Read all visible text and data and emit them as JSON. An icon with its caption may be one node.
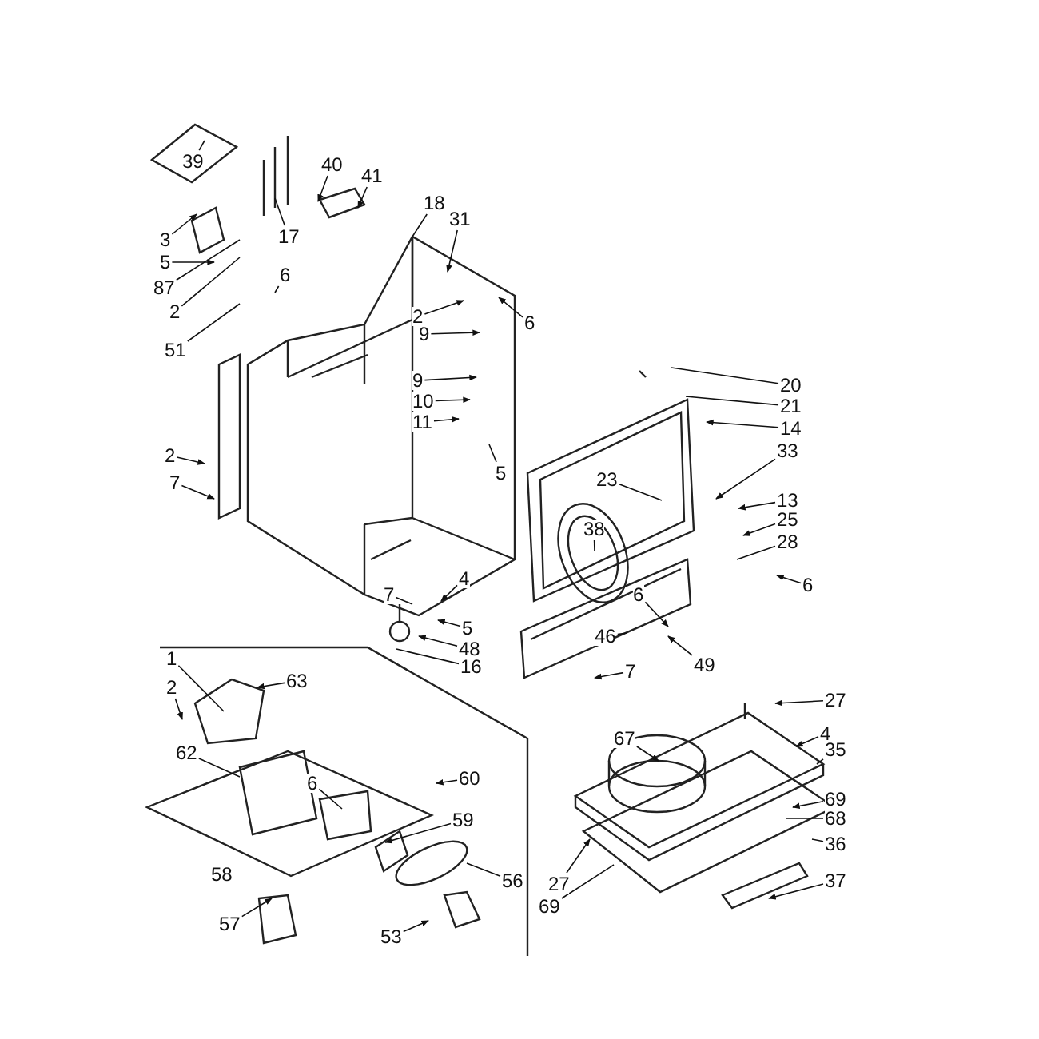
{
  "diagram": {
    "nodes": [
      {
        "text": [
          "39"
        ]
      },
      {
        "text": [
          "17"
        ]
      },
      {
        "text": [
          "40"
        ]
      },
      {
        "text": [
          "41"
        ]
      },
      {
        "text": [
          "3"
        ]
      },
      {
        "text": [
          "5"
        ]
      },
      {
        "text": [
          "87"
        ]
      },
      {
        "text": [
          "2"
        ]
      },
      {
        "text": [
          "18"
        ]
      },
      {
        "text": [
          "31"
        ]
      },
      {
        "text": [
          "6"
        ]
      },
      {
        "text": [
          "51"
        ]
      },
      {
        "text": [
          "2"
        ]
      },
      {
        "text": [
          "9"
        ]
      },
      {
        "text": [
          "6"
        ]
      },
      {
        "text": [
          "9"
        ]
      },
      {
        "text": [
          "10"
        ]
      },
      {
        "text": [
          "11"
        ]
      },
      {
        "text": [
          "5"
        ]
      },
      {
        "text": [
          "2"
        ]
      },
      {
        "text": [
          "7"
        ]
      },
      {
        "text": [
          "4"
        ]
      },
      {
        "text": [
          "7"
        ]
      },
      {
        "text": [
          "5"
        ]
      },
      {
        "text": [
          "48"
        ]
      },
      {
        "text": [
          "16"
        ]
      },
      {
        "text": [
          "20"
        ]
      },
      {
        "text": [
          "21"
        ]
      },
      {
        "text": [
          "14"
        ]
      },
      {
        "text": [
          "33"
        ]
      },
      {
        "text": [
          "23"
        ]
      },
      {
        "text": [
          "38"
        ]
      },
      {
        "text": [
          "13"
        ]
      },
      {
        "text": [
          "25"
        ]
      },
      {
        "text": [
          "28"
        ]
      },
      {
        "text": [
          "6"
        ]
      },
      {
        "text": [
          "6"
        ]
      },
      {
        "text": [
          "46"
        ]
      },
      {
        "text": [
          "49"
        ]
      },
      {
        "text": [
          "7"
        ]
      },
      {
        "text": [
          "27"
        ]
      },
      {
        "text": [
          "4"
        ]
      },
      {
        "text": [
          "35"
        ]
      },
      {
        "text": [
          "67"
        ]
      },
      {
        "text": [
          "69"
        ]
      },
      {
        "text": [
          "68"
        ]
      },
      {
        "text": [
          "36"
        ]
      },
      {
        "text": [
          "37"
        ]
      },
      {
        "text": [
          "27"
        ]
      },
      {
        "text": [
          "69"
        ]
      },
      {
        "text": [
          "1"
        ]
      },
      {
        "text": [
          "2"
        ]
      },
      {
        "text": [
          "63"
        ]
      },
      {
        "text": [
          "62"
        ]
      },
      {
        "text": [
          "6"
        ]
      },
      {
        "text": [
          "60"
        ]
      },
      {
        "text": [
          "59"
        ]
      },
      {
        "text": [
          "56"
        ]
      },
      {
        "text": [
          "57"
        ]
      },
      {
        "text": [
          "53"
        ]
      },
      {
        "text": [
          "58"
        ]
      }
    ],
    "edges": [
      {
        "from": 0,
        "to": null,
        "arrow": "none"
      },
      {
        "from": 1,
        "to": null,
        "arrow": "none"
      },
      {
        "from": 2,
        "to": null,
        "arrow": "to"
      },
      {
        "from": 3,
        "to": null,
        "arrow": "to"
      },
      {
        "from": 4,
        "to": null,
        "arrow": "to"
      },
      {
        "from": 5,
        "to": null,
        "arrow": "to"
      },
      {
        "from": 6,
        "to": null,
        "arrow": "none"
      },
      {
        "from": 7,
        "to": null,
        "arrow": "none"
      },
      {
        "from": 8,
        "to": null,
        "arrow": "none"
      },
      {
        "from": 9,
        "to": null,
        "arrow": "to"
      },
      {
        "from": 10,
        "to": null,
        "arrow": "none"
      },
      {
        "from": 11,
        "to": null,
        "arrow": "none"
      },
      {
        "from": 12,
        "to": null,
        "arrow": "to"
      },
      {
        "from": 13,
        "to": null,
        "arrow": "to"
      },
      {
        "from": 14,
        "to": null,
        "arrow": "to"
      },
      {
        "from": 15,
        "to": null,
        "arrow": "to"
      },
      {
        "from": 16,
        "to": null,
        "arrow": "to"
      },
      {
        "from": 17,
        "to": null,
        "arrow": "to"
      },
      {
        "from": 18,
        "to": null,
        "arrow": "none"
      },
      {
        "from": 19,
        "to": null,
        "arrow": "to"
      },
      {
        "from": 20,
        "to": null,
        "arrow": "to"
      },
      {
        "from": 21,
        "to": null,
        "arrow": "to"
      },
      {
        "from": 22,
        "to": null,
        "arrow": "none"
      },
      {
        "from": 23,
        "to": null,
        "arrow": "to"
      },
      {
        "from": 24,
        "to": null,
        "arrow": "to"
      },
      {
        "from": 25,
        "to": null,
        "arrow": "none"
      },
      {
        "from": 26,
        "to": null,
        "arrow": "none"
      },
      {
        "from": 27,
        "to": null,
        "arrow": "none"
      },
      {
        "from": 28,
        "to": null,
        "arrow": "to"
      },
      {
        "from": 29,
        "to": null,
        "arrow": "to"
      },
      {
        "from": 30,
        "to": null,
        "arrow": "none"
      },
      {
        "from": 31,
        "to": null,
        "arrow": "none"
      },
      {
        "from": 32,
        "to": null,
        "arrow": "to"
      },
      {
        "from": 33,
        "to": null,
        "arrow": "to"
      },
      {
        "from": 34,
        "to": null,
        "arrow": "none"
      },
      {
        "from": 35,
        "to": null,
        "arrow": "to"
      },
      {
        "from": 36,
        "to": null,
        "arrow": "to"
      },
      {
        "from": 37,
        "to": null,
        "arrow": "none"
      },
      {
        "from": 38,
        "to": null,
        "arrow": "to"
      },
      {
        "from": 39,
        "to": null,
        "arrow": "to"
      },
      {
        "from": 40,
        "to": null,
        "arrow": "to"
      },
      {
        "from": 41,
        "to": null,
        "arrow": "to"
      },
      {
        "from": 42,
        "to": null,
        "arrow": "none"
      },
      {
        "from": 43,
        "to": null,
        "arrow": "to"
      },
      {
        "from": 44,
        "to": null,
        "arrow": "to"
      },
      {
        "from": 45,
        "to": null,
        "arrow": "none"
      },
      {
        "from": 46,
        "to": null,
        "arrow": "none"
      },
      {
        "from": 47,
        "to": null,
        "arrow": "to"
      },
      {
        "from": 48,
        "to": null,
        "arrow": "to"
      },
      {
        "from": 49,
        "to": null,
        "arrow": "none"
      },
      {
        "from": 50,
        "to": null,
        "arrow": "none"
      },
      {
        "from": 51,
        "to": null,
        "arrow": "to"
      },
      {
        "from": 52,
        "to": null,
        "arrow": "to"
      },
      {
        "from": 53,
        "to": null,
        "arrow": "none"
      },
      {
        "from": 54,
        "to": null,
        "arrow": "none"
      },
      {
        "from": 55,
        "to": null,
        "arrow": "to"
      },
      {
        "from": 56,
        "to": null,
        "arrow": "to"
      },
      {
        "from": 57,
        "to": null,
        "arrow": "none"
      },
      {
        "from": 58,
        "to": null,
        "arrow": "to"
      },
      {
        "from": 59,
        "to": null,
        "arrow": "to"
      }
    ]
  }
}
